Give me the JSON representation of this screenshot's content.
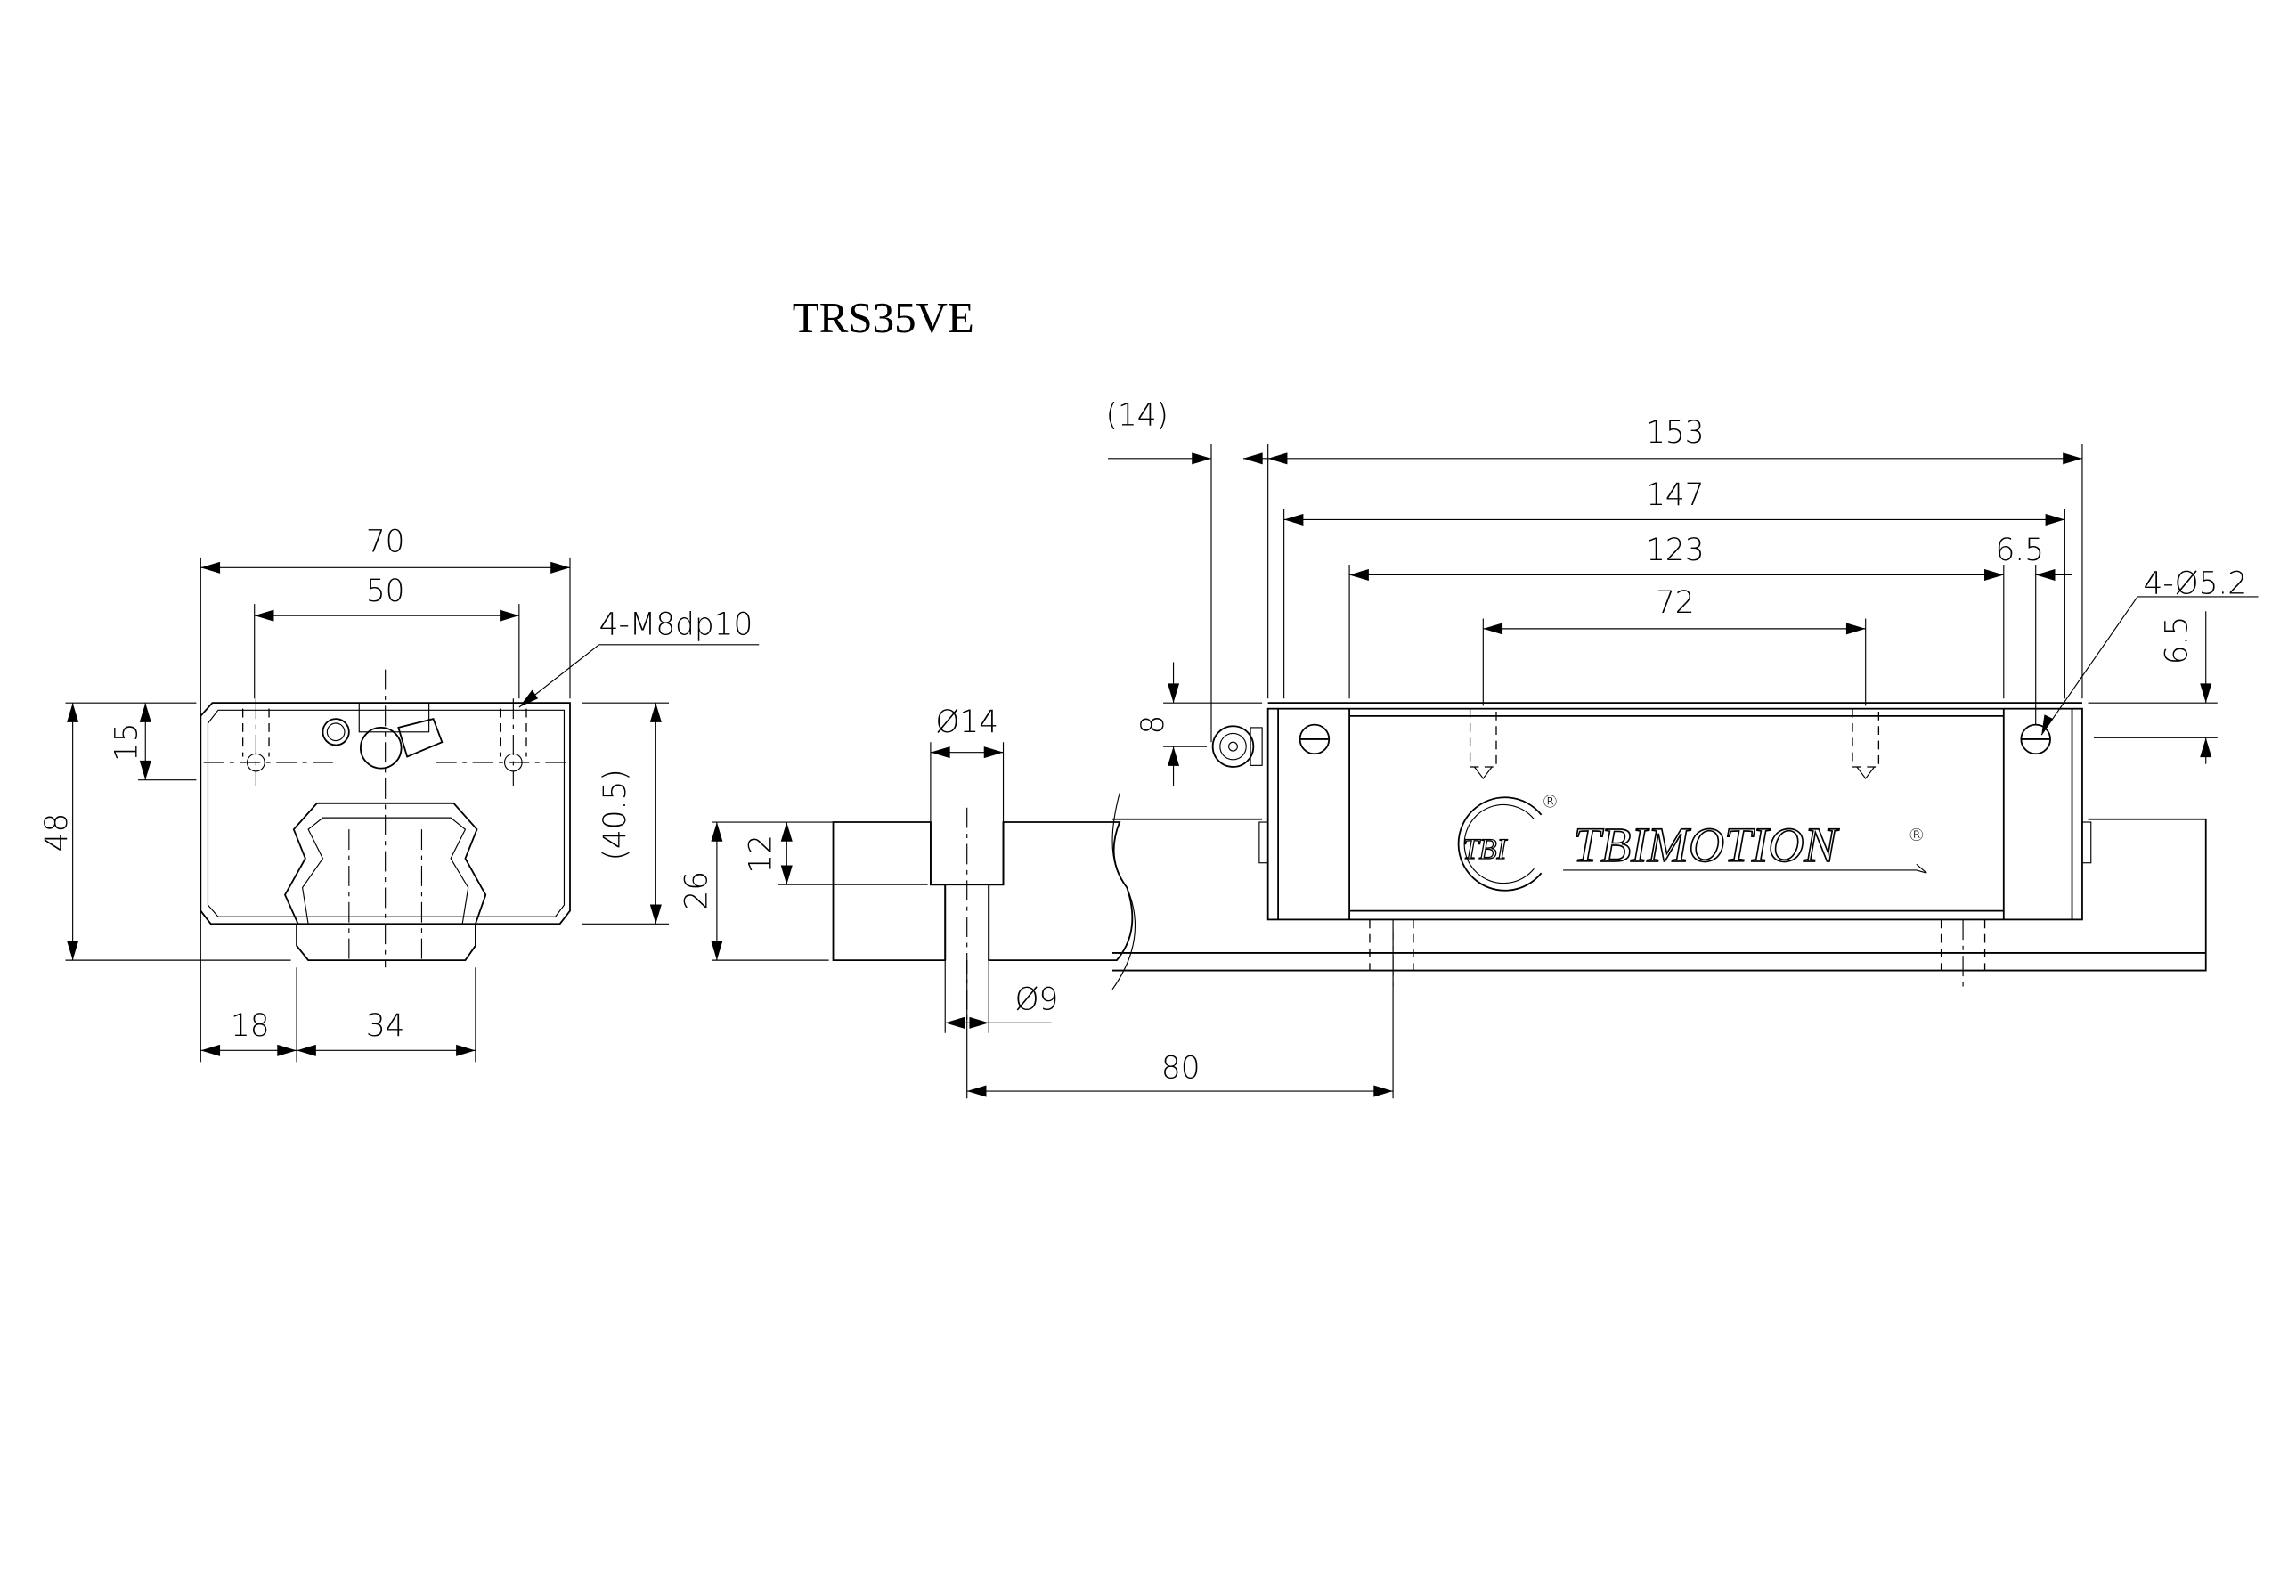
{
  "title": "TRS35VE",
  "end_view": {
    "width_70": "70",
    "mount_50": "50",
    "thread_note": "4-M8dp10",
    "height_48": "48",
    "hole_15": "15",
    "block_40_5": "(40.5)",
    "edge_18": "18",
    "rail_34": "34"
  },
  "rail_section": {
    "cbore_dia": "Ø14",
    "cbore_depth": "12",
    "rail_height": "26",
    "hole_dia": "Ø9",
    "pitch_80": "80"
  },
  "side_view": {
    "nipple_14": "(14)",
    "length_153": "153",
    "length_147": "147",
    "body_123": "123",
    "offset_6_5": "6.5",
    "mount_72": "72",
    "hole_note": "4-Ø5.2",
    "hole_height_6_5": "6.5",
    "nipple_8": "8",
    "logo_small": "TBI",
    "logo_brand": "TBIMOTION",
    "registered": "®"
  }
}
